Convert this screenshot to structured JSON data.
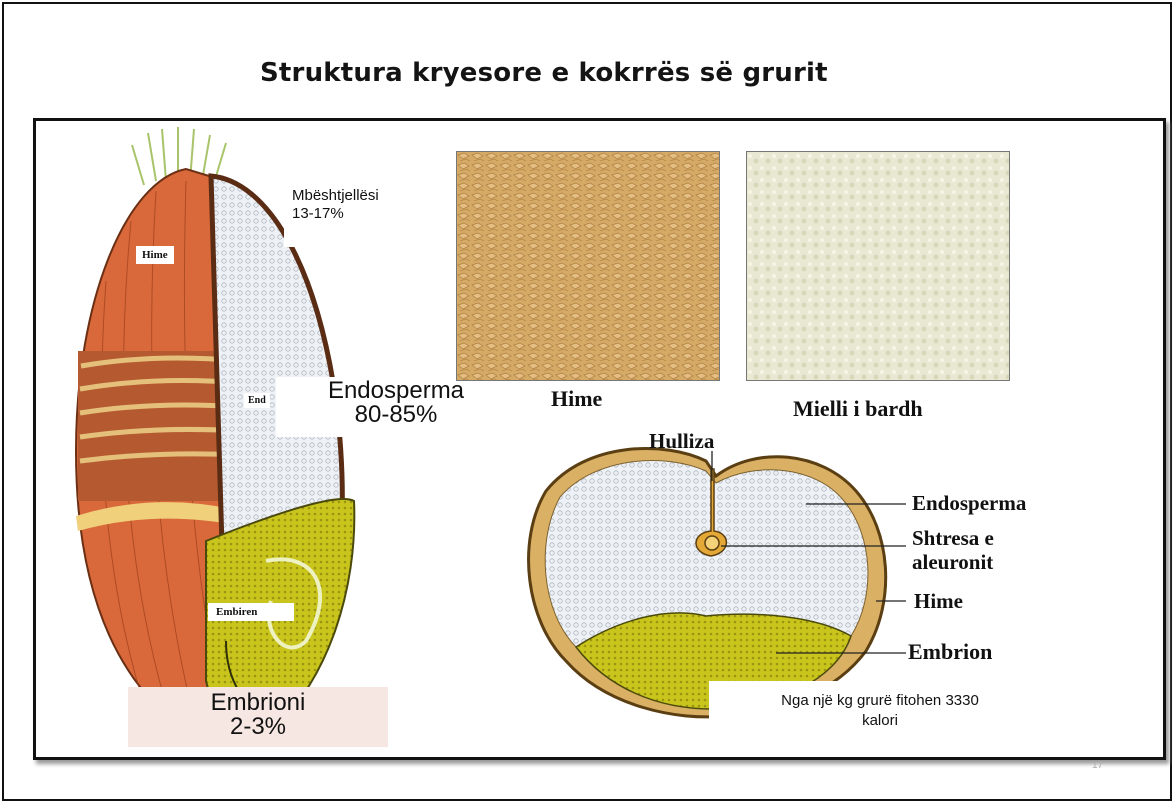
{
  "slide": {
    "title": "Struktura kryesore e kokrrës së grurit",
    "page_number": "17"
  },
  "grain_diagram": {
    "husk_label": "Hime",
    "endo_short_label": "End",
    "embryo_label": "Embiren",
    "casing_label": "Mbështjellësi",
    "casing_pct": "13-17%",
    "endosperm_label": "Endosperma",
    "endosperm_pct": "80-85%",
    "embryo_big_label": "Embrioni",
    "embryo_pct": "2-3%"
  },
  "photos": {
    "bran_caption": "Hime",
    "flour_caption": "Mielli i bardh"
  },
  "cross_section": {
    "label_groove": "Hulliza",
    "label_endosperm": "Endosperma",
    "label_aleurone_1": "Shtresa e",
    "label_aleurone_2": "aleuronit",
    "label_husk": "Hime",
    "label_embryo": "Embrion"
  },
  "note": {
    "line1": "Nga një kg grurë fitohen 3330",
    "line2": "kalori"
  },
  "colors": {
    "husk": "#d9693b",
    "endosperm": "#e8ecf2",
    "embryo": "#c7c61e",
    "bran_photo": "#d9b274",
    "flour_photo": "#e8e7cf"
  }
}
